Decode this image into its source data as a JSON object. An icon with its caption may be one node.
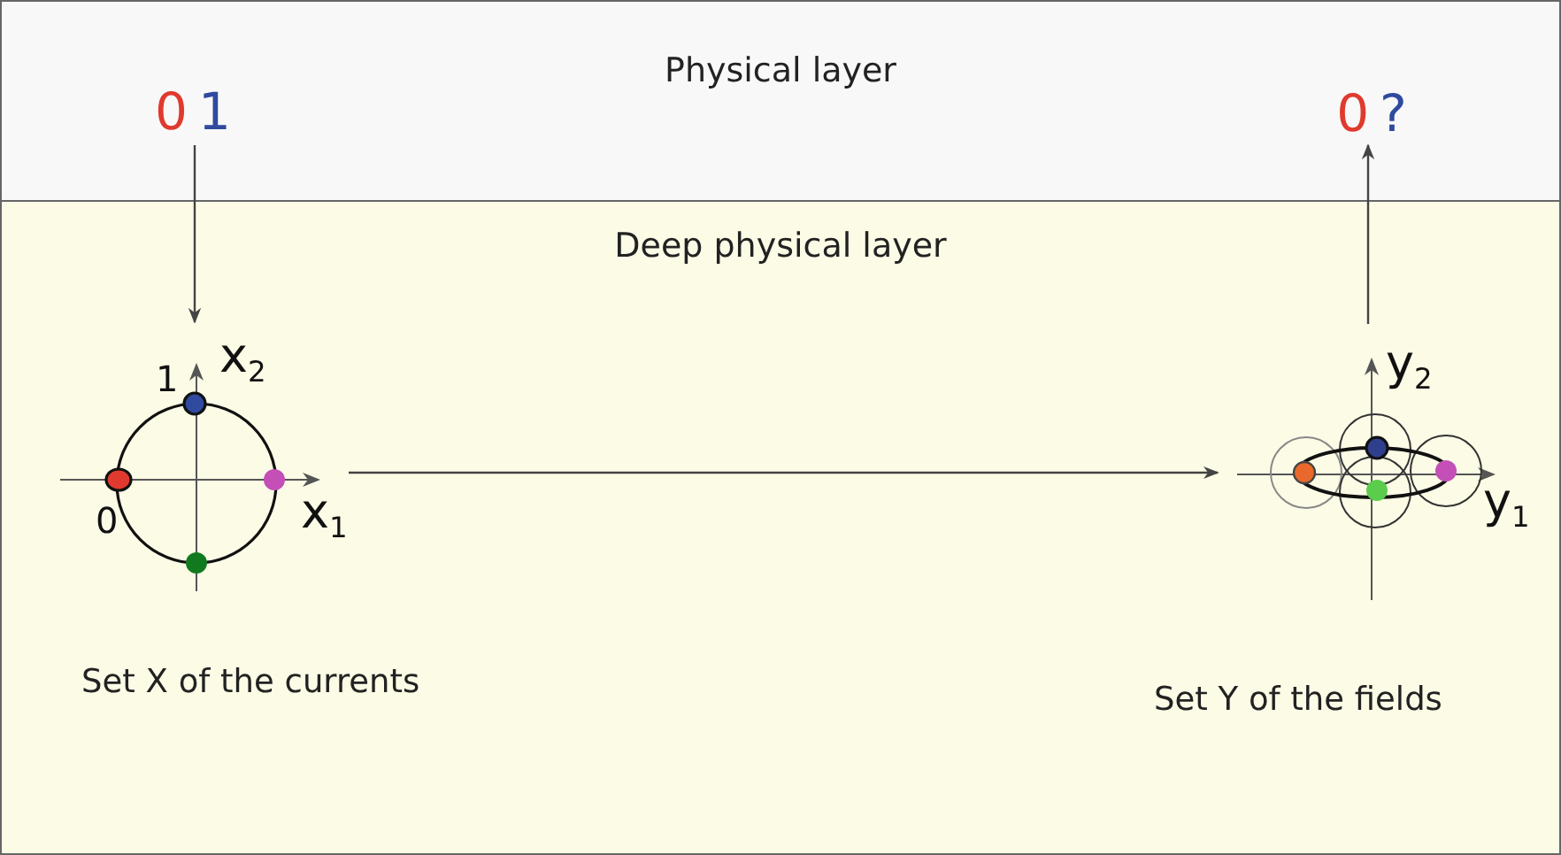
{
  "diagram": {
    "nodes": [
      {
        "text": [
          "Physical layer"
        ]
      },
      {
        "text": [
          "Deep physical layer"
        ]
      },
      {
        "text": [
          "0",
          "1"
        ],
        "in": 0
      },
      {
        "text": [],
        "shape": "picture",
        "in": 1,
        "beside": [
          "Set X of the currents"
        ]
      },
      {
        "text": [],
        "shape": "picture",
        "in": 1,
        "beside": [
          "Set Y of the fields"
        ]
      },
      {
        "text": [
          "0",
          "?"
        ],
        "in": 0
      }
    ],
    "edges": [
      {
        "from": 2,
        "to": 3,
        "arrow": "to"
      },
      {
        "from": 3,
        "to": 4,
        "arrow": "to"
      },
      {
        "from": 4,
        "to": 5,
        "arrow": "to"
      }
    ],
    "labels": [
      "x$_{2}$",
      "1",
      "0",
      "x$_{1}$",
      "y$_{2}$",
      "y$_{1}$"
    ]
  }
}
